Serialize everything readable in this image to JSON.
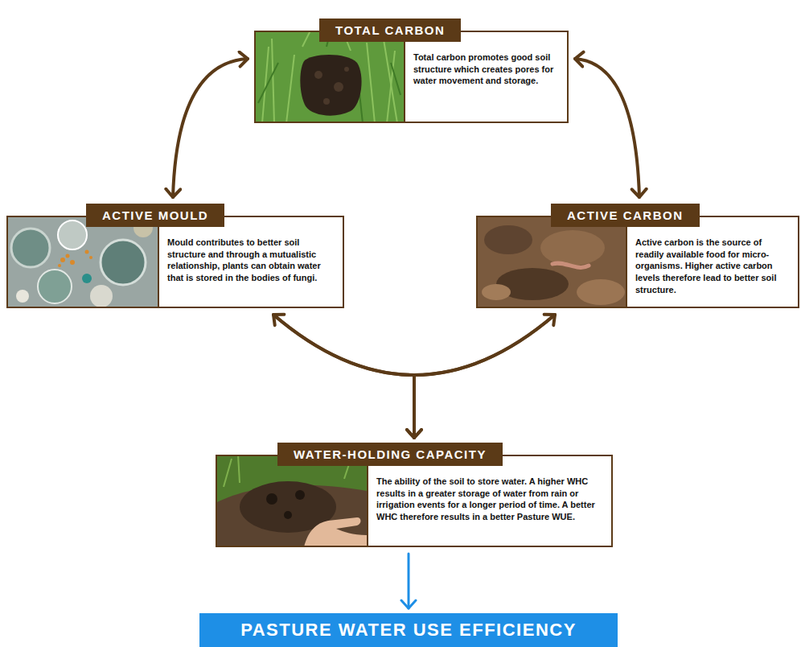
{
  "diagram": {
    "nodes": [
      {
        "text": [
          "TOTAL CARBON",
          "Total carbon promotes good soil structure which creates pores for water movement and storage."
        ]
      },
      {
        "text": [
          "ACTIVE MOULD",
          "Mould contributes to better soil structure and through a mutualistic relationship, plants can obtain water that is stored in the bodies of fungi."
        ]
      },
      {
        "text": [
          "ACTIVE CARBON",
          "Active carbon is the source of readily available food for micro-organisms. Higher active carbon levels therefore lead to better soil structure."
        ]
      },
      {
        "text": [
          "WATER-HOLDING CAPACITY",
          "The ability of the soil to store water. A higher WHC results in a greater storage of water from rain or irrigation events for a longer period of time. A better WHC therefore results in a better Pasture WUE."
        ]
      },
      {
        "text": [
          "PASTURE WATER USE EFFICIENCY"
        ]
      }
    ],
    "edges": [
      {
        "from": 0,
        "to": 1,
        "arrow": "both"
      },
      {
        "from": 0,
        "to": 2,
        "arrow": "both"
      },
      {
        "from": 1,
        "to": 2,
        "arrow": "both"
      },
      {
        "from": 1,
        "to": 3,
        "arrow": "to"
      },
      {
        "from": 2,
        "to": 3,
        "arrow": "to"
      },
      {
        "from": 3,
        "to": 4,
        "arrow": "to"
      }
    ]
  }
}
